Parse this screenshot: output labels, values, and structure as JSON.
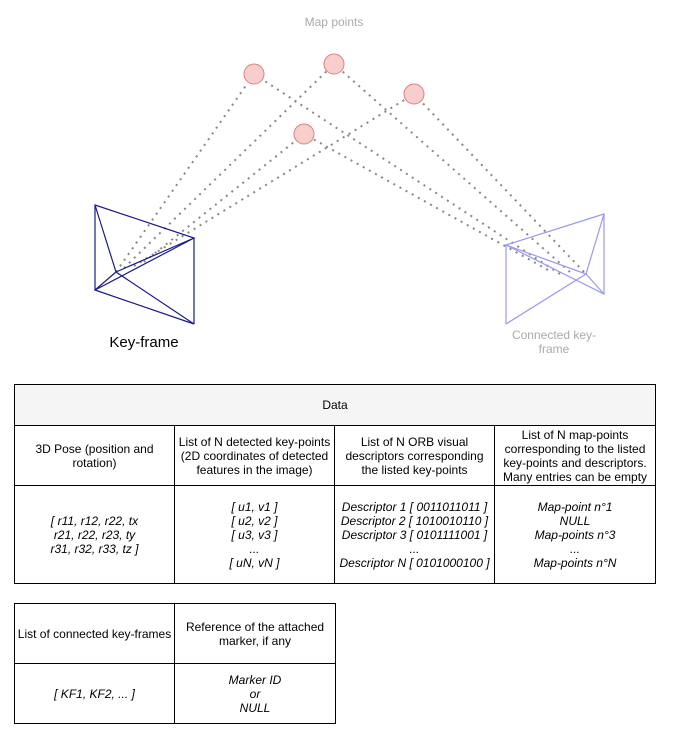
{
  "diagram": {
    "map_points_label": "Map points",
    "keyframe_label": "Key-frame",
    "connected_label_line1": "Connected key-",
    "connected_label_line2": "frame",
    "colors": {
      "keyframe": "#1a1a8c",
      "connected": "#9999ee",
      "map_point_fill": "#f8cecc",
      "map_point_stroke": "#d98080",
      "rays": "#888888"
    }
  },
  "data_table": {
    "title": "Data",
    "headers": [
      "3D Pose (position and rotation)",
      "List of N detected key-points (2D coordinates of detected features in the image)",
      "List of N ORB visual descriptors corresponding the listed key-points",
      "List of N map-points corresponding to the listed key-points and descriptors. Many entries can be empty"
    ],
    "pose": [
      "[ r11, r12, r22, tx",
      "r21, r22, r23, ty",
      "r31, r32, r33, tz ]"
    ],
    "keypoints": [
      "[ u1, v1 ]",
      "[ u2, v2 ]",
      "[ u3, v3 ]",
      "...",
      "[ uN, vN ]"
    ],
    "descriptors": [
      "Descriptor 1 [ 0011011011 ]",
      "Descriptor 2 [ 1010010110 ]",
      "Descriptor 3 [ 0101111001 ]",
      "...",
      "Descriptor N [ 0101000100 ]"
    ],
    "mappoints": [
      "Map-point n°1",
      "NULL",
      "Map-points n°3",
      "...",
      "Map-points n°N"
    ]
  },
  "ref_table": {
    "headers": [
      "List of connected key-frames",
      "Reference of the attached marker, if any"
    ],
    "connected": "[ KF1, KF2, ... ]",
    "marker": [
      "Marker ID",
      "or",
      "NULL"
    ]
  }
}
